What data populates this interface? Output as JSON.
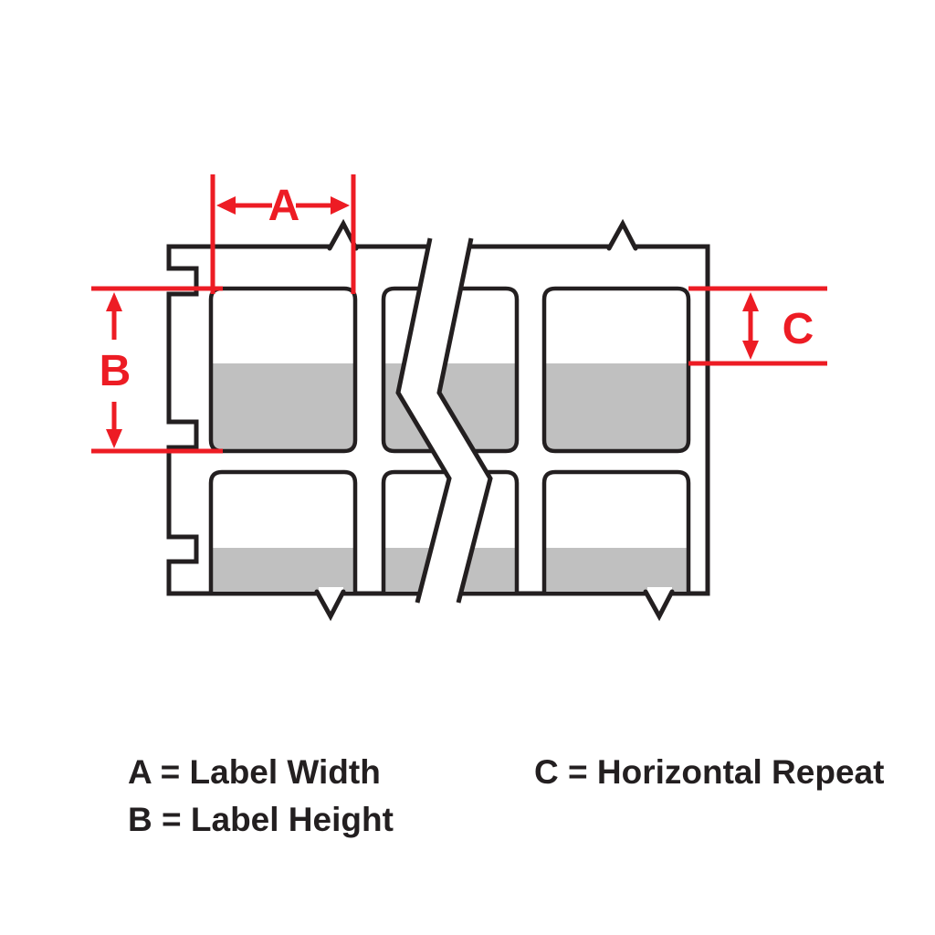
{
  "diagram": {
    "title": "label-dimension-diagram",
    "dimension_labels": {
      "a": "A",
      "b": "B",
      "c": "C"
    },
    "legend": {
      "a": "A = Label Width",
      "b": "B = Label Height",
      "c": "C = Horizontal Repeat"
    },
    "colors": {
      "dimension_red": "#ED1C24",
      "label_gray": "#C0C0C0",
      "outline_black": "#231F20",
      "background": "#FFFFFF"
    }
  }
}
